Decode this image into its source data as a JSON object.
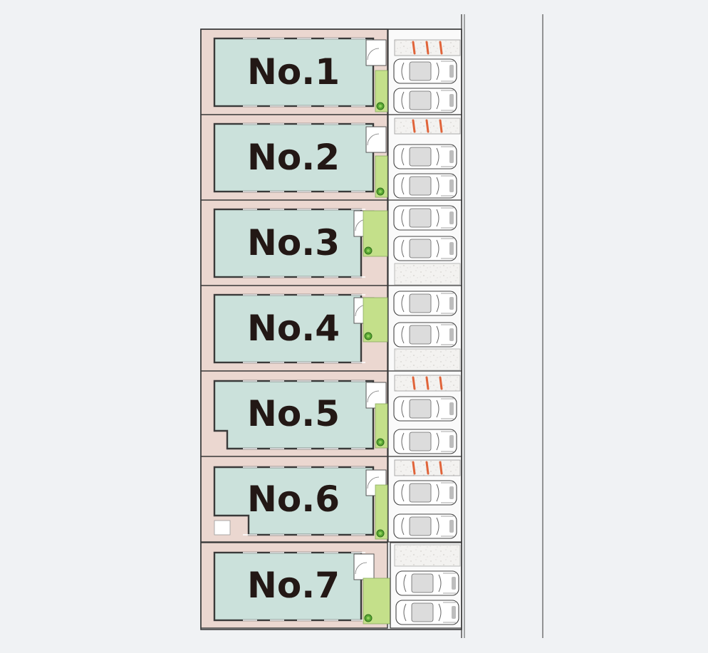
{
  "site_plan": {
    "lots": [
      {
        "label": "No.1",
        "cars": 2,
        "bike_stalls": 3
      },
      {
        "label": "No.2",
        "cars": 2,
        "bike_stalls": 3
      },
      {
        "label": "No.3",
        "cars": 2,
        "bike_stalls": 0
      },
      {
        "label": "No.4",
        "cars": 2,
        "bike_stalls": 0
      },
      {
        "label": "No.5",
        "cars": 2,
        "bike_stalls": 3
      },
      {
        "label": "No.6",
        "cars": 2,
        "bike_stalls": 3
      },
      {
        "label": "No.7",
        "cars": 2,
        "bike_stalls": 0
      }
    ]
  },
  "colors": {
    "background": "#f0f2f4",
    "building": "#cbe1db",
    "yard": "#ebd7d0",
    "garden": "#c4e08a",
    "parking": "#fafafa",
    "bike_stall": "#e0643a",
    "wall": "#3a3a3a",
    "label": "#231815"
  }
}
